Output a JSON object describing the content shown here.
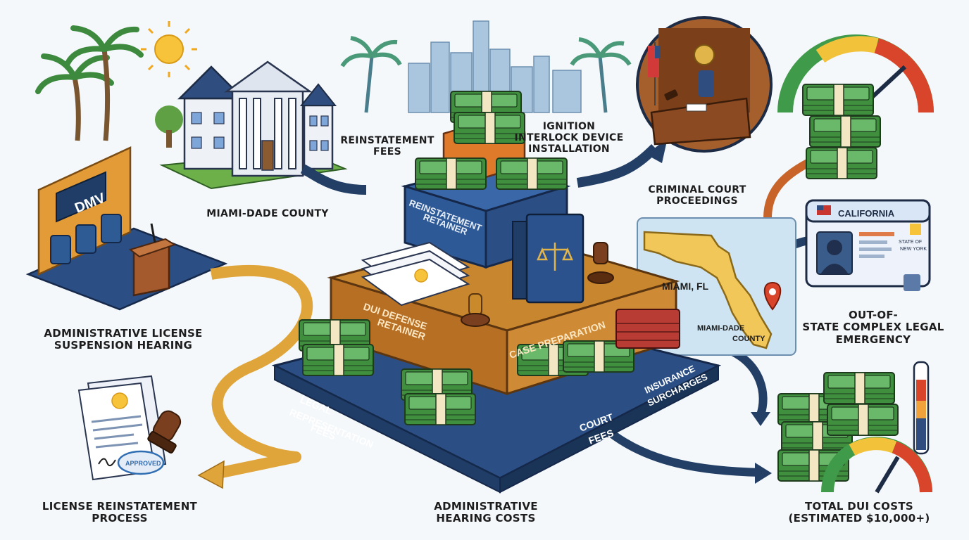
{
  "labels": {
    "miami_dade_county": "MIAMI-DADE COUNTY",
    "reinstatement_fees_1": "REINSTATEMENT",
    "reinstatement_fees_2": "FEES",
    "ignition_1": "IGNITION",
    "ignition_2": "INTERLOCK DEVICE",
    "ignition_3": "INSTALLATION",
    "criminal_court_1": "CRIMINAL COURT",
    "criminal_court_2": "PROCEEDINGS",
    "admin_license_1": "ADMINISTRATIVE LICENSE",
    "admin_license_2": "SUSPENSION HEARING",
    "license_reinstatement_1": "LICENSE REINSTATEMENT",
    "license_reinstatement_2": "PROCESS",
    "admin_hearing_costs_1": "ADMINISTRATIVE",
    "admin_hearing_costs_2": "HEARING COSTS",
    "total_dui_1": "TOTAL DUI COSTS",
    "total_dui_2": "(ESTIMATED $10,000+)",
    "out_of_state_1": "OUT-OF-",
    "out_of_state_2": "STATE COMPLEX LEGAL",
    "out_of_state_3": "EMERGENCY"
  },
  "pyramid": {
    "reinstatement_retainer_1": "REINSTATEMENT",
    "reinstatement_retainer_2": "RETAINER",
    "dui_defense_1": "DUI DEFENSE",
    "dui_defense_2": "RETAINER",
    "case_preparation": "CASE PREPARATION",
    "legal_rep_1": "LEGAL",
    "legal_rep_2": "REPRESENTATION",
    "legal_rep_3": "FEES",
    "court_fees_1": "COURT",
    "court_fees_2": "FEES",
    "insurance_1": "INSURANCE",
    "insurance_2": "SURCHARGES"
  },
  "map": {
    "miami_fl": "MIAMI, FL",
    "county_1": "MIAMI-DADE",
    "county_2": "COUNTY"
  },
  "license_card": {
    "state": "CALIFORNIA",
    "small_text_1": "STATE OF",
    "small_text_2": "NEW YORK"
  },
  "dmv_sign": "DMV",
  "stamp_text": "APPROVED",
  "colors": {
    "navy": "#233f66",
    "orange_brown": "#b4682a",
    "money_green": "#3f8f3f",
    "arrow_gold": "#e0a53a",
    "gauge_red": "#d8452b"
  }
}
